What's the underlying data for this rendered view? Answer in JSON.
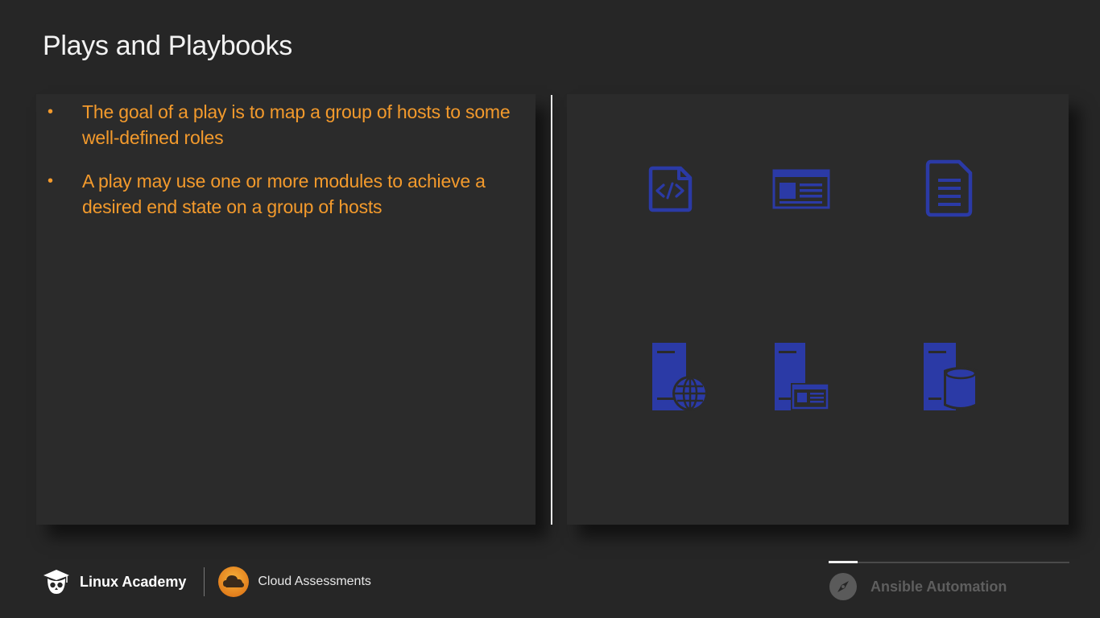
{
  "slide": {
    "title": "Plays and Playbooks",
    "bullets": [
      "The goal of a play is to map a group of hosts to some well-defined roles",
      "A play may use one or more modules to achieve a desired end state on a group of hosts"
    ],
    "bullet_marker": "•"
  },
  "icons": {
    "color": "#2b3aa6",
    "row1": [
      "code-file-icon",
      "web-browser-icon",
      "document-icon"
    ],
    "row2": [
      "web-server-icon",
      "app-server-icon",
      "database-server-icon"
    ]
  },
  "footer": {
    "brand": "Linux Academy",
    "partner": "Cloud Assessments",
    "course": "Ansible Automation",
    "progress_fraction": 0.12
  },
  "colors": {
    "accent": "#f39a2c",
    "icon": "#2b3aa6",
    "background": "#262626"
  }
}
